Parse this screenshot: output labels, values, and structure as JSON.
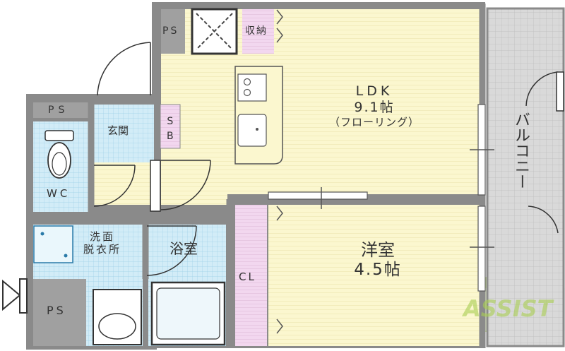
{
  "rooms": {
    "ldk": {
      "name": "LDK",
      "size": "9.1帖",
      "type": "（フローリング）"
    },
    "western": {
      "name": "洋室",
      "size": "4.5帖"
    },
    "balcony": {
      "name": "バルコニー"
    },
    "entrance": {
      "name": "玄関"
    },
    "wc": {
      "name": "WC"
    },
    "washroom": {
      "name": "洗面\n脱衣所"
    },
    "bathroom": {
      "name": "浴室"
    }
  },
  "storage": {
    "ps_top": "PS",
    "ps_left": "PS",
    "ps_bottom": "PS",
    "storage": "収納",
    "shoe_box": "S\nB",
    "closet": "CL"
  },
  "logo": {
    "text": "ASSIST"
  },
  "colors": {
    "wall": "#7f7f7f",
    "flooring": "#fbf7cf",
    "wet_area": "#cfeaf6",
    "storage": "#f1d6ee",
    "ps": "#9a9a9a",
    "balcony": "#d9d9d9",
    "logo_green": "#a9cf52"
  }
}
